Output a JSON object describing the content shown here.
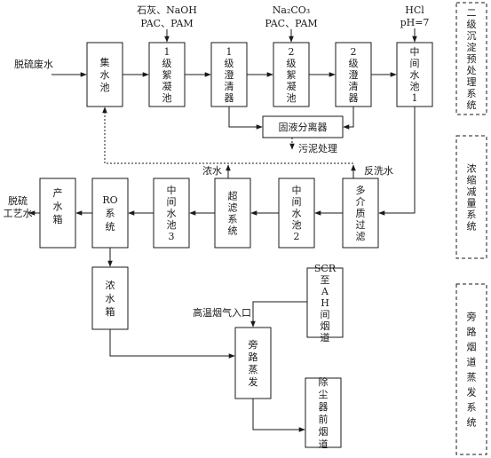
{
  "inputs": {
    "wastewater": "脱硫废水",
    "chem1_line1": "石灰、NaOH",
    "chem1_line2": "PAC、PAM",
    "chem2_line1": "Na₂CO₃",
    "chem2_line2": "PAC、PAM",
    "hcl_line1": "HCl",
    "hcl_line2": "pH=7"
  },
  "boxes": {
    "collection_tank": "集水池",
    "coag1": "1级絮凝池",
    "clarifier1": "1级澄清器",
    "coag2": "2级絮凝池",
    "clarifier2": "2级澄清器",
    "mid_tank1": "中间水池1",
    "solid_liquid_separator": "固液分离器",
    "multimedia_filter": "多介质过滤",
    "mid_tank2": "中间水池2",
    "ultrafiltration": "超滤系统",
    "mid_tank3": "中间水池3",
    "ro_system": "RO系统",
    "product_tank": "产水箱",
    "concentrate_tank": "浓水箱",
    "bypass_evaporation": "旁路蒸发",
    "scr_ah_duct": "SCR至AH间烟道",
    "duct_before_dust": "除尘器前烟道"
  },
  "labels": {
    "sludge": "污泥处理",
    "concentrate": "浓水",
    "backwash": "反洗水",
    "process_water": "脱硫工艺水",
    "flue_gas_inlet": "高温烟气入口"
  },
  "sections": {
    "pretreatment": "二级沉淀预处理系统",
    "concentration": "浓缩减量系统",
    "evaporation": "旁路烟道蒸发系统"
  }
}
